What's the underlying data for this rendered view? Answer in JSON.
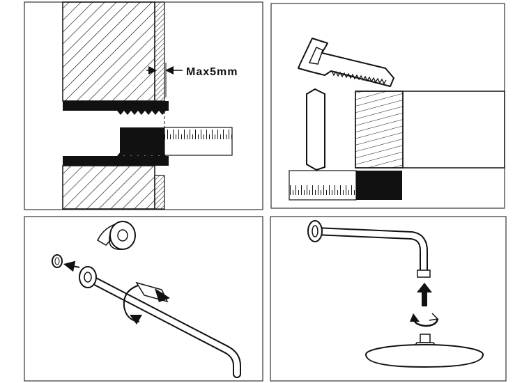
{
  "panels": [
    {
      "id": "wall-measure",
      "annotation": "Max5mm"
    },
    {
      "id": "pipe-cut"
    },
    {
      "id": "tape-wrap"
    },
    {
      "id": "head-attach"
    }
  ],
  "colors": {
    "ink": "#111111",
    "paper": "#ffffff",
    "border": "#333333"
  }
}
